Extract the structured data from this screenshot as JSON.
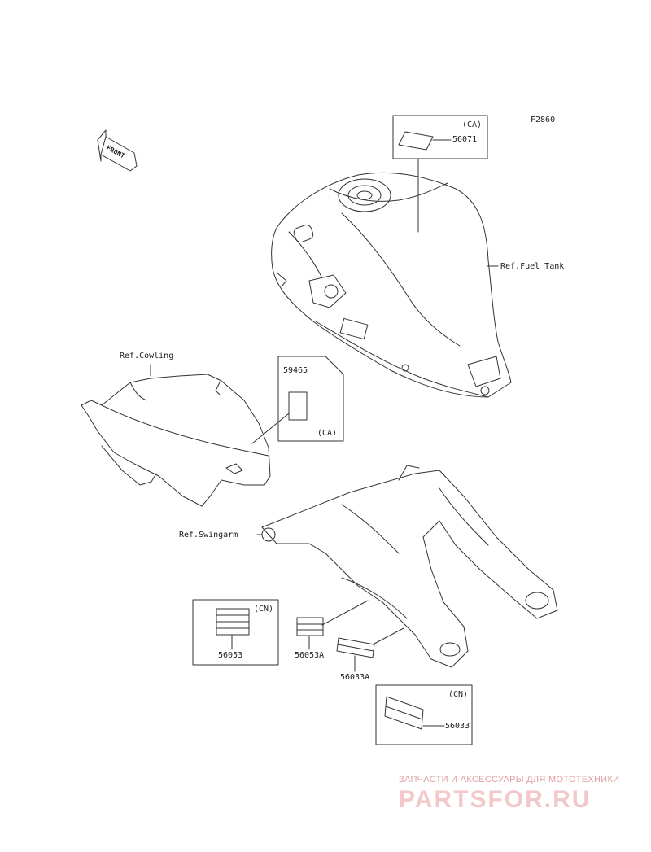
{
  "figure_code": "F2860",
  "front_label": "FRONT",
  "references": {
    "fuel_tank": "Ref.Fuel Tank",
    "cowling": "Ref.Cowling",
    "swingarm": "Ref.Swingarm"
  },
  "parts": {
    "p56071": {
      "number": "56071",
      "region": "(CA)"
    },
    "p59465": {
      "number": "59465",
      "region": "(CA)"
    },
    "p56053": {
      "number": "56053",
      "region": "(CN)"
    },
    "p56053A": {
      "number": "56053A"
    },
    "p56033A": {
      "number": "56033A"
    },
    "p56033": {
      "number": "56033",
      "region": "(CN)"
    }
  },
  "watermark": {
    "tagline": "ЗАПЧАСТИ И АКСЕССУАРЫ ДЛЯ МОТОТЕХНИКИ",
    "brand": "PARTSFOR.RU"
  }
}
